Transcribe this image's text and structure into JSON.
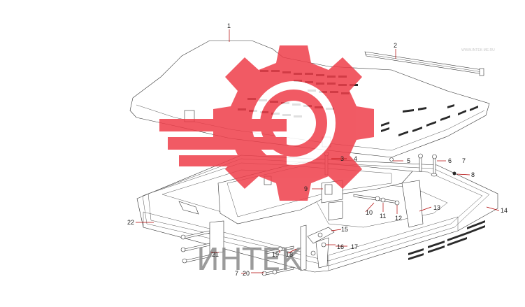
{
  "diagram": {
    "callouts": [
      {
        "id": "c1",
        "text": "1"
      },
      {
        "id": "c2",
        "text": "2"
      },
      {
        "id": "c3",
        "text": "3"
      },
      {
        "id": "c4",
        "text": "4"
      },
      {
        "id": "c5",
        "text": "5"
      },
      {
        "id": "c6",
        "text": "6"
      },
      {
        "id": "c7a",
        "text": "7"
      },
      {
        "id": "c8",
        "text": "8"
      },
      {
        "id": "c9",
        "text": "9"
      },
      {
        "id": "c10",
        "text": "10"
      },
      {
        "id": "c11",
        "text": "11"
      },
      {
        "id": "c12",
        "text": "12"
      },
      {
        "id": "c13",
        "text": "13"
      },
      {
        "id": "c14",
        "text": "14"
      },
      {
        "id": "c15",
        "text": "15"
      },
      {
        "id": "c16",
        "text": "16"
      },
      {
        "id": "c17",
        "text": "17"
      },
      {
        "id": "c18",
        "text": "18"
      },
      {
        "id": "c19",
        "text": "19"
      },
      {
        "id": "c20",
        "text": "20"
      },
      {
        "id": "c21",
        "text": "21"
      },
      {
        "id": "c22",
        "text": "22"
      },
      {
        "id": "c7b",
        "text": "7"
      }
    ],
    "watermark_text": "ИНТЕК",
    "faint_label": "WWW.INTEK-ME.RU",
    "colors": {
      "logo": "#ef3e4a",
      "leader": "#b00000",
      "line": "#333333"
    }
  }
}
